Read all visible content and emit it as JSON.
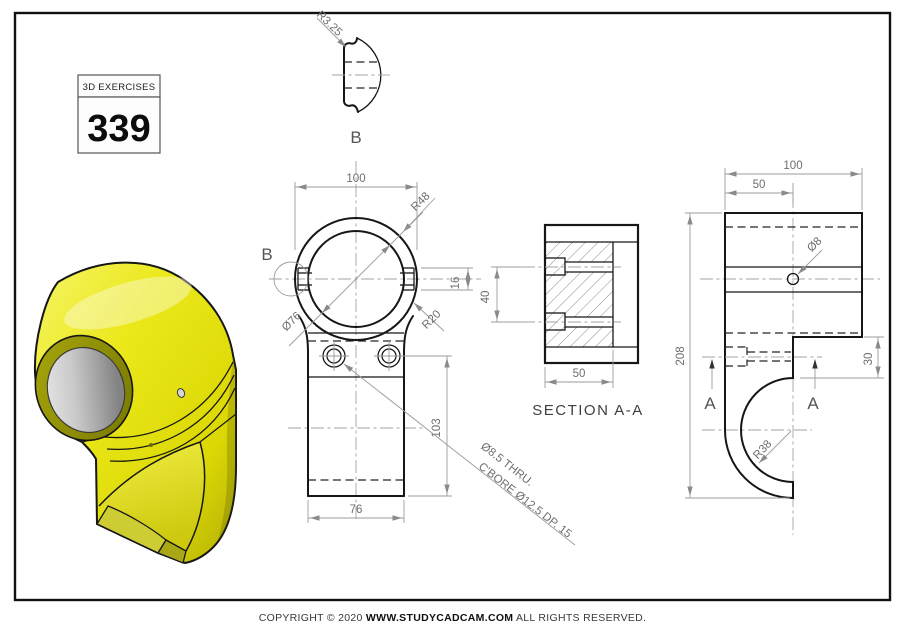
{
  "header": {
    "series_label": "3D EXERCISES",
    "exercise_number": "339"
  },
  "detail_view": {
    "label": "B",
    "radius_dim": "R3.25"
  },
  "front_view": {
    "view_marker": "B",
    "dim_width_top": "100",
    "dim_outer_radius": "R48",
    "dim_bore": "Ø76",
    "dim_boss_height": "16",
    "dim_fillet_radius": "R20",
    "dim_height": "103",
    "dim_width_bottom": "76",
    "hole_note_line1": "Ø8.5 THRU.",
    "hole_note_line2": "C'BORE Ø12.5 DP. 15"
  },
  "section_view": {
    "title": "SECTION A-A",
    "dim_hole_spacing": "40",
    "dim_depth": "50"
  },
  "side_view": {
    "dim_width": "100",
    "dim_half_width": "50",
    "dim_hole": "Ø8",
    "dim_height": "208",
    "dim_offset": "30",
    "dim_hook_radius": "R38",
    "cut_label_left": "A",
    "cut_label_right": "A"
  },
  "footer": {
    "copyright": "COPYRIGHT © 2020",
    "site": "WWW.STUDYCADCAM.COM",
    "rights": "ALL RIGHTS RESERVED."
  },
  "colors": {
    "part_yellow": "#eae607",
    "part_dark_olive": "#8f8f00",
    "bore_gray": "#bdbdbd",
    "line_black": "#161616",
    "dim_gray": "#9b9b9b"
  }
}
